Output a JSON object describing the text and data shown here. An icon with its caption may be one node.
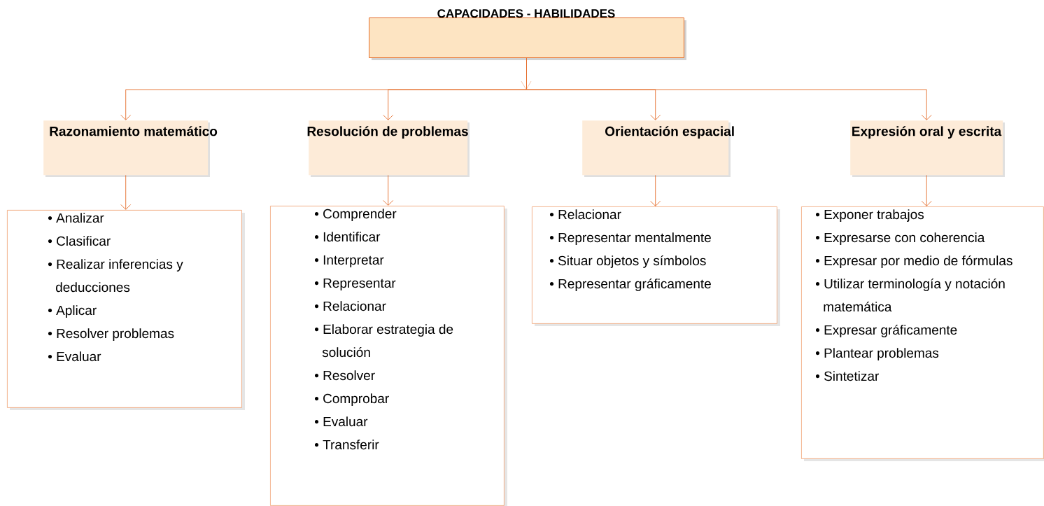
{
  "diagram": {
    "nodes": [
      {
        "text": [
          "CAPACIDADES - HABILIDADES"
        ]
      },
      {
        "text": [
          "Razonamiento matemático"
        ]
      },
      {
        "text": [
          "Resolución de problemas"
        ]
      },
      {
        "text": [
          "Orientación espacial"
        ]
      },
      {
        "text": [
          "Expresión oral y escrita"
        ]
      },
      {
        "text": [
          "• Analizar",
          "• Clasificar",
          "• Realizar inferencias y deducciones",
          "• Aplicar",
          "• Resolver problemas",
          "• Evaluar"
        ]
      },
      {
        "text": [
          "• Comprender",
          "• Identificar",
          "• Interpretar",
          "• Representar",
          "• Relacionar",
          "• Elaborar estrategia de solución",
          "• Resolver",
          "• Comprobar",
          "• Evaluar",
          "• Transferir"
        ]
      },
      {
        "text": [
          "• Relacionar",
          "• Representar mentalmente",
          "• Situar objetos y símbolos",
          "• Representar gráficamente"
        ]
      },
      {
        "text": [
          "• Exponer trabajos",
          "• Expresarse con coherencia",
          "• Expresar por medio de fórmulas",
          "• Utilizar terminología y notación matemática",
          "• Expresar gráficamente",
          "• Plantear problemas",
          "• Sintetizar"
        ]
      }
    ],
    "edges": [
      {
        "from": 0,
        "to": 1,
        "arrow": "to"
      },
      {
        "from": 0,
        "to": 2,
        "arrow": "to"
      },
      {
        "from": 0,
        "to": 3,
        "arrow": "to"
      },
      {
        "from": 0,
        "to": 4,
        "arrow": "to"
      },
      {
        "from": 1,
        "to": 5,
        "arrow": "to"
      },
      {
        "from": 2,
        "to": 6,
        "arrow": "to"
      },
      {
        "from": 3,
        "to": 7,
        "arrow": "to"
      },
      {
        "from": 4,
        "to": 8,
        "arrow": "to"
      }
    ]
  }
}
